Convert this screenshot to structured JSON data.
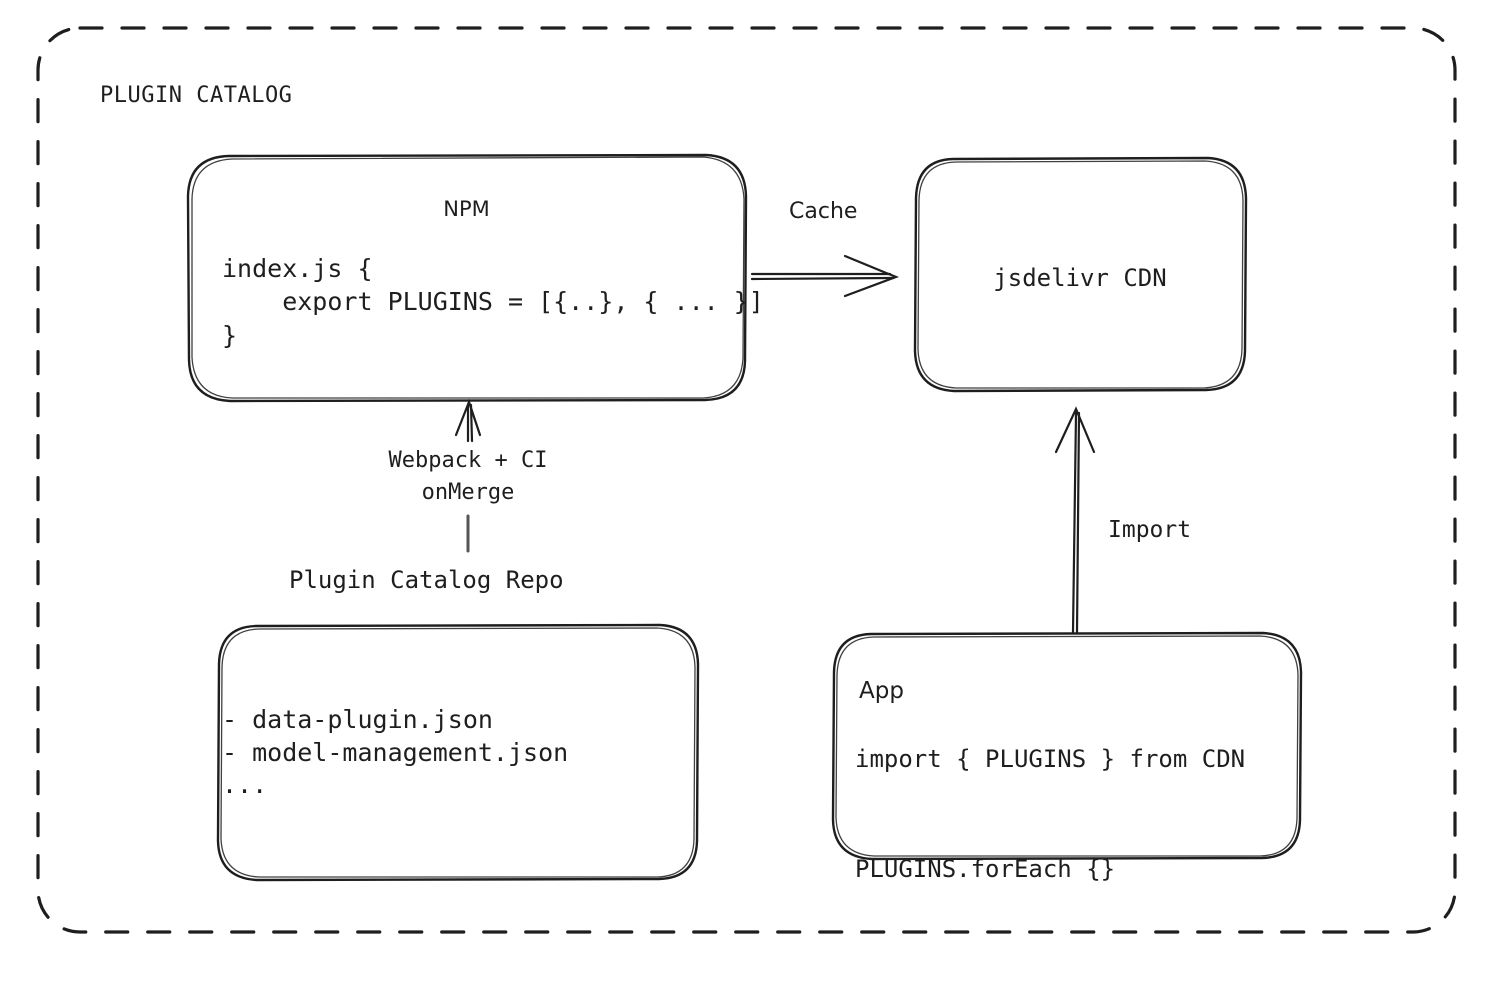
{
  "diagram": {
    "group_title": "PLUGIN CATALOG",
    "colors": {
      "stroke": "#1e1e1e",
      "background": "#ffffff",
      "text": "#1e1e1e"
    },
    "nodes": {
      "npm": {
        "title": "NPM",
        "code": "index.js {\n    export PLUGINS = [{..}, { ... }]\n}"
      },
      "cdn": {
        "title": "jsdelivr CDN"
      },
      "repo": {
        "caption": "Plugin Catalog Repo",
        "items": "- data-plugin.json\n- model-management.json\n..."
      },
      "app": {
        "title": "App",
        "code": "import { PLUGINS } from CDN\n\nPLUGINS.forEach {}"
      }
    },
    "edges": {
      "cache": {
        "label": "Cache"
      },
      "build": {
        "label": "Webpack + CI\nonMerge"
      },
      "import": {
        "label": "Import"
      }
    }
  }
}
